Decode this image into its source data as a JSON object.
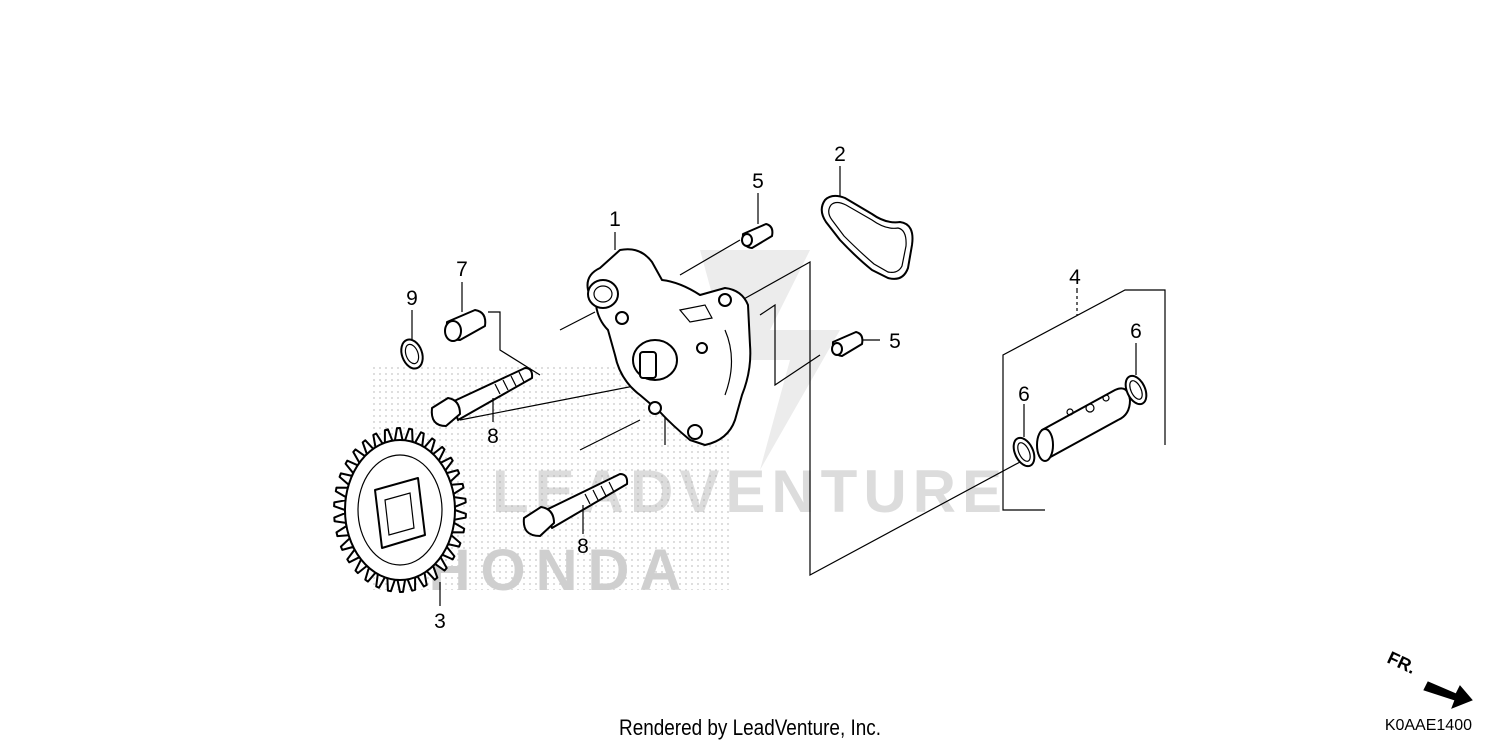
{
  "callouts": {
    "c1": "1",
    "c2": "2",
    "c3": "3",
    "c4": "4",
    "c5a": "5",
    "c5b": "5",
    "c6a": "6",
    "c6b": "6",
    "c7": "7",
    "c8a": "8",
    "c8b": "8",
    "c9": "9"
  },
  "watermark": {
    "line1": "LEADVENTURE",
    "line2": "HONDA"
  },
  "direction_marker": "FR.",
  "footer_text": "Rendered by LeadVenture, Inc.",
  "diagram_code": "K0AAE1400",
  "colors": {
    "line": "#000000",
    "background": "#ffffff",
    "watermark": "#d9d9d9"
  }
}
